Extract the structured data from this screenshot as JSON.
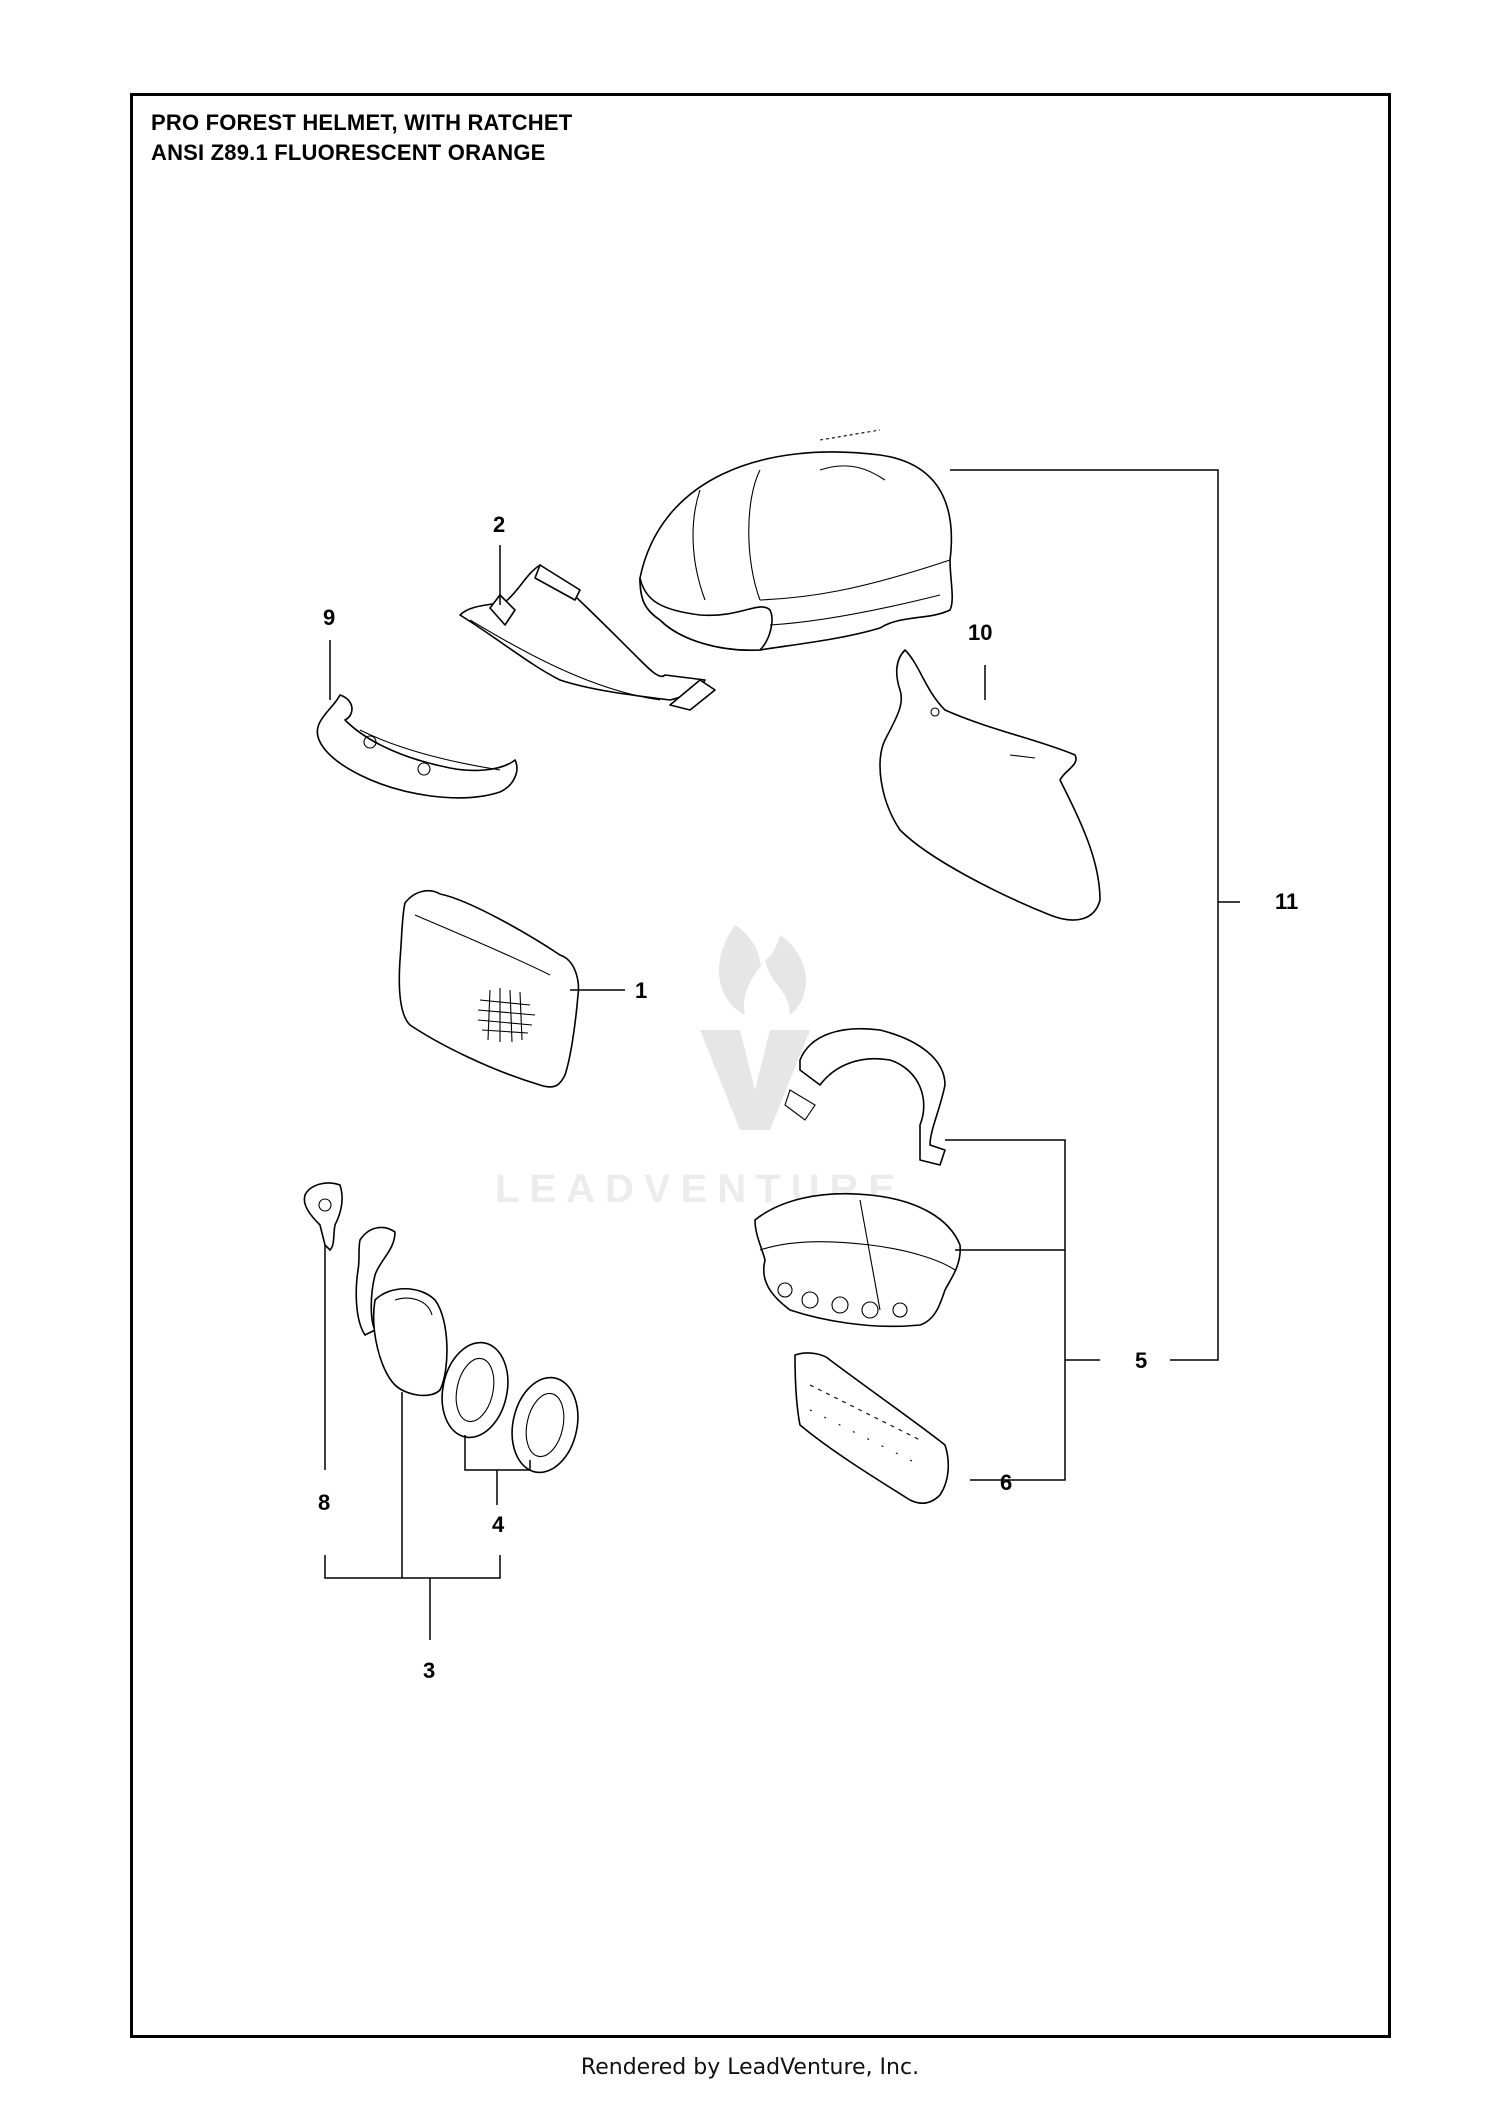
{
  "title": {
    "line1": "PRO FOREST HELMET, WITH RATCHET",
    "line2": "ANSI Z89.1 FLUORESCENT ORANGE"
  },
  "callouts": {
    "c1": "1",
    "c2": "2",
    "c3": "3",
    "c4": "4",
    "c5": "5",
    "c6": "6",
    "c8": "8",
    "c9": "9",
    "c10": "10",
    "c11": "11"
  },
  "watermark": {
    "text": "LEADVENTURE"
  },
  "footer": {
    "text": "Rendered by LeadVenture, Inc."
  },
  "colors": {
    "line": "#000000",
    "background": "#ffffff",
    "watermark": "#e6e6e6"
  }
}
